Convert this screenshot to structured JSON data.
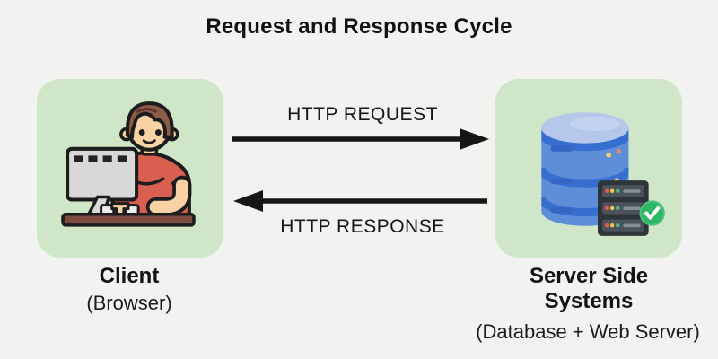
{
  "title": "Request and Response Cycle",
  "flow": {
    "request": {
      "label": "HTTP REQUEST",
      "direction": "right"
    },
    "response": {
      "label": "HTTP RESPONSE",
      "direction": "left"
    }
  },
  "nodes": {
    "client": {
      "label": "Client",
      "sublabel": "(Browser)",
      "icon": "person-at-computer-icon"
    },
    "server": {
      "label": "Server Side Systems",
      "sublabel": "(Database + Web Server)",
      "icon": "database-server-icon"
    }
  },
  "colors": {
    "background": "#f2f2f1",
    "node_box_green": "#cfe6c9",
    "arrow_black": "#161616",
    "database_body_blue": "#5f8ed9",
    "database_band_blue": "#376fd0",
    "database_top_blue": "#b6c8ea",
    "server_rack_dark": "#2f343a",
    "check_green": "#2eb765",
    "shirt_red": "#d95f51",
    "hair_brown": "#8d5c46",
    "skin": "#f8d2a4",
    "monitor_gray": "#d8d8d8",
    "desk_brown": "#7e4c3e"
  }
}
